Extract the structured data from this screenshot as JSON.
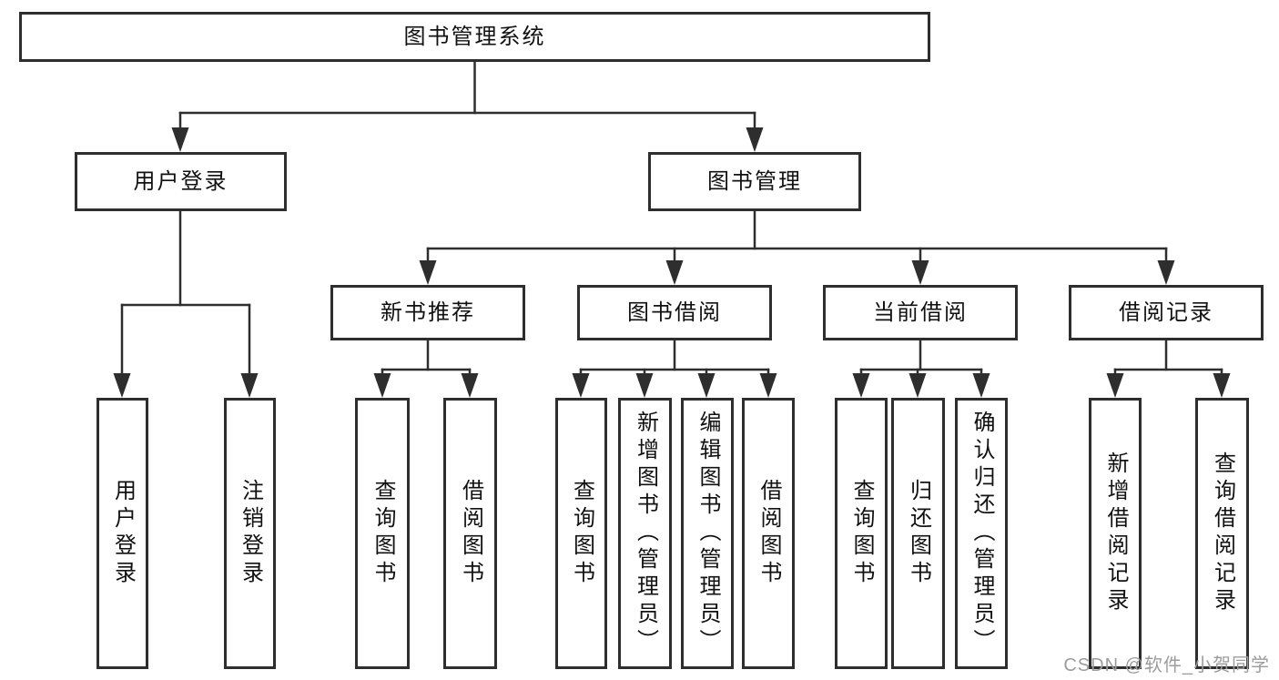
{
  "colors": {
    "line": "#2e2e2e",
    "text": "#111111",
    "background": "#ffffff",
    "watermark": "#9c9c9c"
  },
  "tree": {
    "root": {
      "label": "图书管理系统",
      "children": [
        {
          "label": "用户登录",
          "children": [
            {
              "label": "用户登录"
            },
            {
              "label": "注销登录"
            }
          ]
        },
        {
          "label": "图书管理",
          "children": [
            {
              "label": "新书推荐",
              "children": [
                {
                  "label": "查询图书"
                },
                {
                  "label": "借阅图书"
                }
              ]
            },
            {
              "label": "图书借阅",
              "children": [
                {
                  "label": "查询图书"
                },
                {
                  "label": "新增图书（管理员）"
                },
                {
                  "label": "编辑图书（管理员）"
                },
                {
                  "label": "借阅图书"
                }
              ]
            },
            {
              "label": "当前借阅",
              "children": [
                {
                  "label": "查询图书"
                },
                {
                  "label": "归还图书"
                },
                {
                  "label": "确认归还（管理员）"
                }
              ]
            },
            {
              "label": "借阅记录",
              "children": [
                {
                  "label": "新增借阅记录"
                },
                {
                  "label": "查询借阅记录"
                }
              ]
            }
          ]
        }
      ]
    }
  },
  "watermark": {
    "text": "CSDN @软件_小贺同学"
  }
}
